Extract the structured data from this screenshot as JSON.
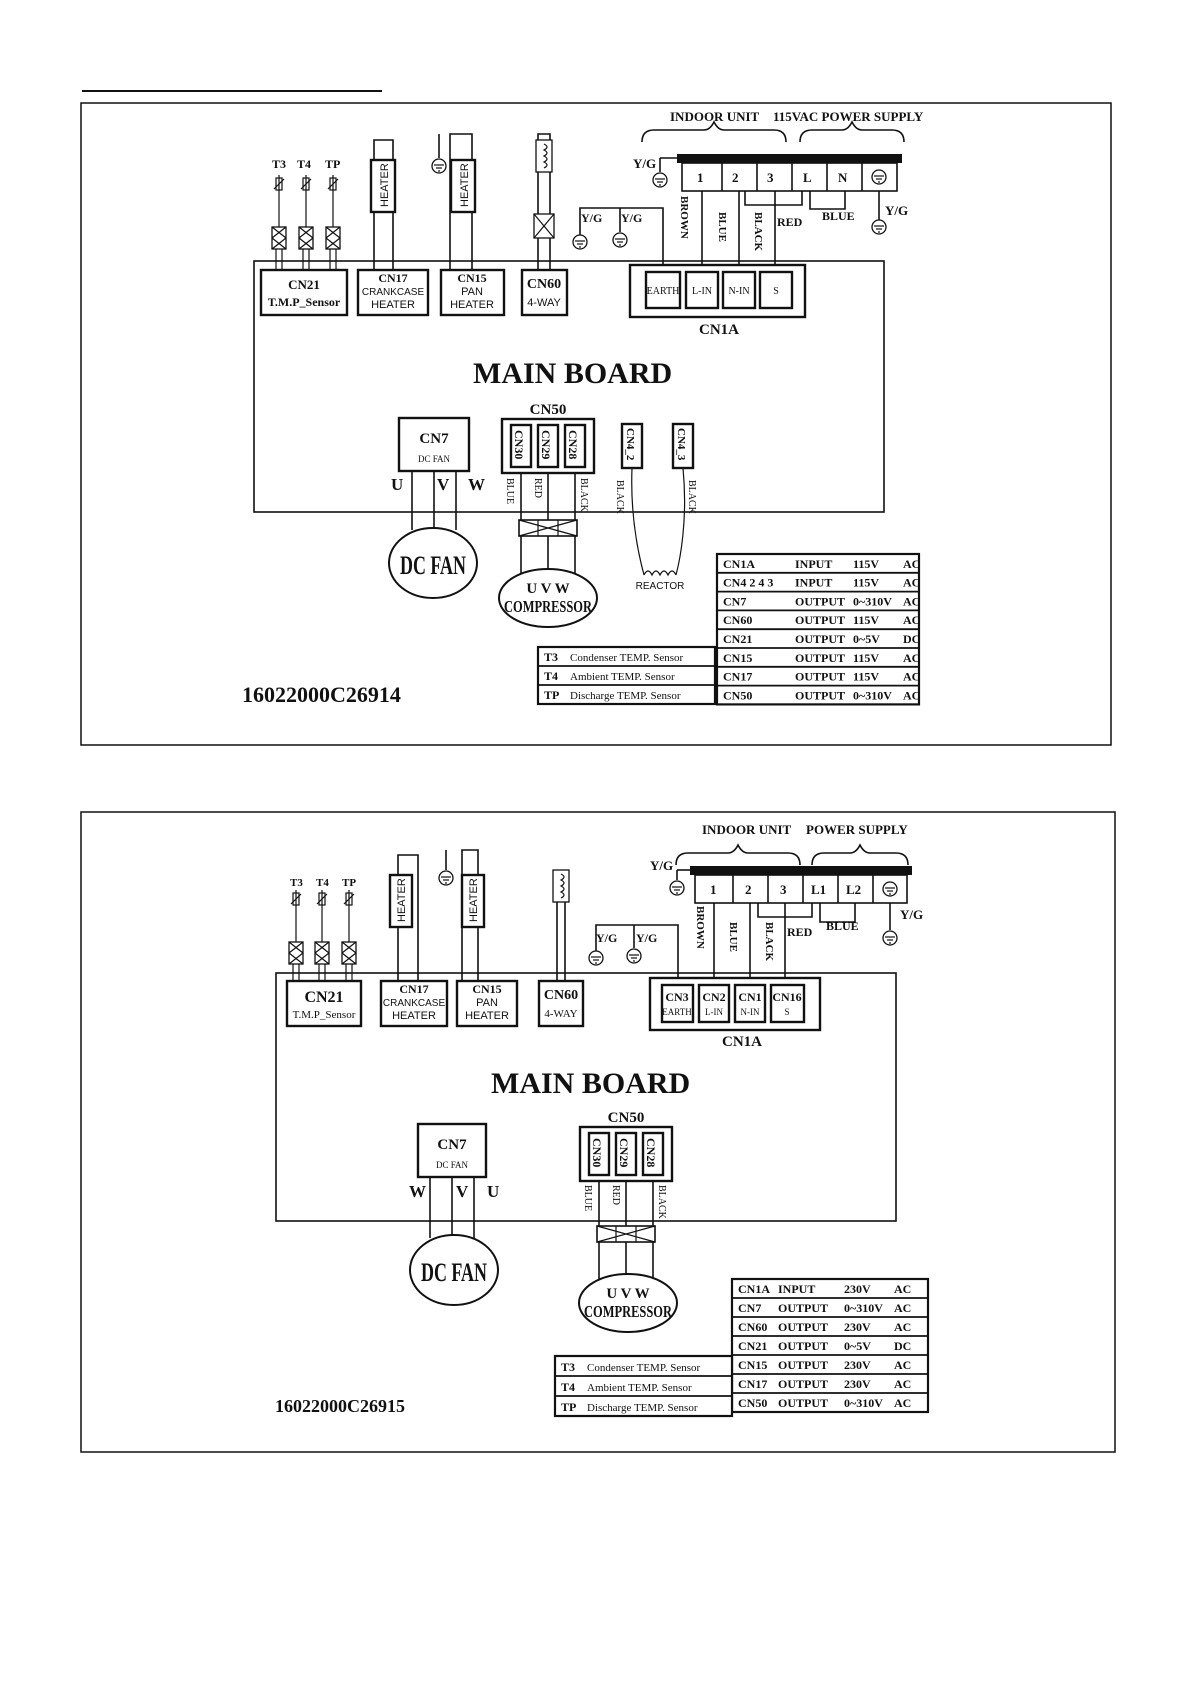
{
  "diagrams": [
    {
      "supply": {
        "indoor_unit": "INDOOR UNIT",
        "power_supply": "115VAC POWER SUPPLY",
        "yg_left": "Y/G",
        "yg_right": "Y/G",
        "terminals": [
          "1",
          "2",
          "3",
          "L",
          "N"
        ]
      },
      "sensors": {
        "t3": "T3",
        "t4": "T4",
        "tp": "TP"
      },
      "heater": "HEATER",
      "yg_ground": [
        "Y/G",
        "Y/G"
      ],
      "wires_top": {
        "brown": "BROWN",
        "blue": "BLUE",
        "black": "BLACK",
        "red": "RED",
        "blue2": "BLUE"
      },
      "connectors": {
        "cn21": {
          "name": "CN21",
          "sub": "T.M.P_Sensor"
        },
        "cn17": {
          "name": "CN17",
          "sub1": "CRANKCASE",
          "sub2": "HEATER"
        },
        "cn15": {
          "name": "CN15",
          "sub1": "PAN",
          "sub2": "HEATER"
        },
        "cn60": {
          "name": "CN60",
          "sub": "4-WAY"
        },
        "cn1a": {
          "name": "CN1A",
          "pins": [
            "EARTH",
            "L-IN",
            "N-IN",
            "S"
          ]
        }
      },
      "main_board": "MAIN BOARD",
      "cn50": {
        "name": "CN50",
        "pins": [
          "CN30",
          "CN29",
          "CN28"
        ],
        "wires": [
          "BLUE",
          "RED",
          "BLACK"
        ]
      },
      "cn7": {
        "name": "CN7",
        "sub": "DC FAN",
        "phases": [
          "U",
          "V",
          "W"
        ]
      },
      "cn4": {
        "a": "CN4_2",
        "b": "CN4_3",
        "wire_a": "BLACK",
        "wire_b": "BLACK",
        "reactor": "REACTOR"
      },
      "dc_fan": "DC FAN",
      "compressor": {
        "uvw": "U  V  W",
        "label": "COMPRESSOR"
      },
      "spec_rows": [
        [
          "CN1A",
          "INPUT",
          "115V",
          "AC"
        ],
        [
          "CN4_2_4_3",
          "INPUT",
          "115V",
          "AC"
        ],
        [
          "CN7",
          "OUTPUT",
          "0~310V",
          "AC"
        ],
        [
          "CN60",
          "OUTPUT",
          "115V",
          "AC"
        ],
        [
          "CN21",
          "OUTPUT",
          "0~5V",
          "DC"
        ],
        [
          "CN15",
          "OUTPUT",
          "115V",
          "AC"
        ],
        [
          "CN17",
          "OUTPUT",
          "115V",
          "AC"
        ],
        [
          "CN50",
          "OUTPUT",
          "0~310V",
          "AC"
        ]
      ],
      "legend_rows": [
        [
          "T3",
          "Condenser TEMP. Sensor"
        ],
        [
          "T4",
          "Ambient TEMP. Sensor"
        ],
        [
          "TP",
          "Discharge TEMP. Sensor"
        ]
      ],
      "code": "16022000C26914"
    },
    {
      "supply": {
        "indoor_unit": "INDOOR UNIT",
        "power_supply": "POWER SUPPLY",
        "yg_left": "Y/G",
        "yg_right": "Y/G",
        "terminals": [
          "1",
          "2",
          "3",
          "L1",
          "L2"
        ]
      },
      "sensors": {
        "t3": "T3",
        "t4": "T4",
        "tp": "TP"
      },
      "heater": "HEATER",
      "yg_ground": [
        "Y/G",
        "Y/G"
      ],
      "wires_top": {
        "brown": "BROWN",
        "blue": "BLUE",
        "black": "BLACK",
        "red": "RED",
        "blue2": "BLUE"
      },
      "connectors": {
        "cn21": {
          "name": "CN21",
          "sub": "T.M.P_Sensor"
        },
        "cn17": {
          "name": "CN17",
          "sub1": "CRANKCASE",
          "sub2": "HEATER"
        },
        "cn15": {
          "name": "CN15",
          "sub1": "PAN",
          "sub2": "HEATER"
        },
        "cn60": {
          "name": "CN60",
          "sub": "4-WAY"
        },
        "cn1a": {
          "name": "CN1A",
          "pins": [
            [
              "CN3",
              "EARTH"
            ],
            [
              "CN2",
              "L-IN"
            ],
            [
              "CN1",
              "N-IN"
            ],
            [
              "CN16",
              "S"
            ]
          ]
        }
      },
      "main_board": "MAIN BOARD",
      "cn50": {
        "name": "CN50",
        "pins": [
          "CN30",
          "CN29",
          "CN28"
        ],
        "wires": [
          "BLUE",
          "RED",
          "BLACK"
        ]
      },
      "cn7": {
        "name": "CN7",
        "sub": "DC FAN",
        "phases": [
          "W",
          "V",
          "U"
        ]
      },
      "dc_fan": "DC FAN",
      "compressor": {
        "uvw": "U  V  W",
        "label": "COMPRESSOR"
      },
      "spec_rows": [
        [
          "CN1A",
          "INPUT",
          "230V",
          "AC"
        ],
        [
          "CN7",
          "OUTPUT",
          "0~310V",
          "AC"
        ],
        [
          "CN60",
          "OUTPUT",
          "230V",
          "AC"
        ],
        [
          "CN21",
          "OUTPUT",
          "0~5V",
          "DC"
        ],
        [
          "CN15",
          "OUTPUT",
          "230V",
          "AC"
        ],
        [
          "CN17",
          "OUTPUT",
          "230V",
          "AC"
        ],
        [
          "CN50",
          "OUTPUT",
          "0~310V",
          "AC"
        ]
      ],
      "legend_rows": [
        [
          "T3",
          "Condenser TEMP. Sensor"
        ],
        [
          "T4",
          "Ambient TEMP. Sensor"
        ],
        [
          "TP",
          "Discharge TEMP. Sensor"
        ]
      ],
      "code": "16022000C26915"
    }
  ]
}
